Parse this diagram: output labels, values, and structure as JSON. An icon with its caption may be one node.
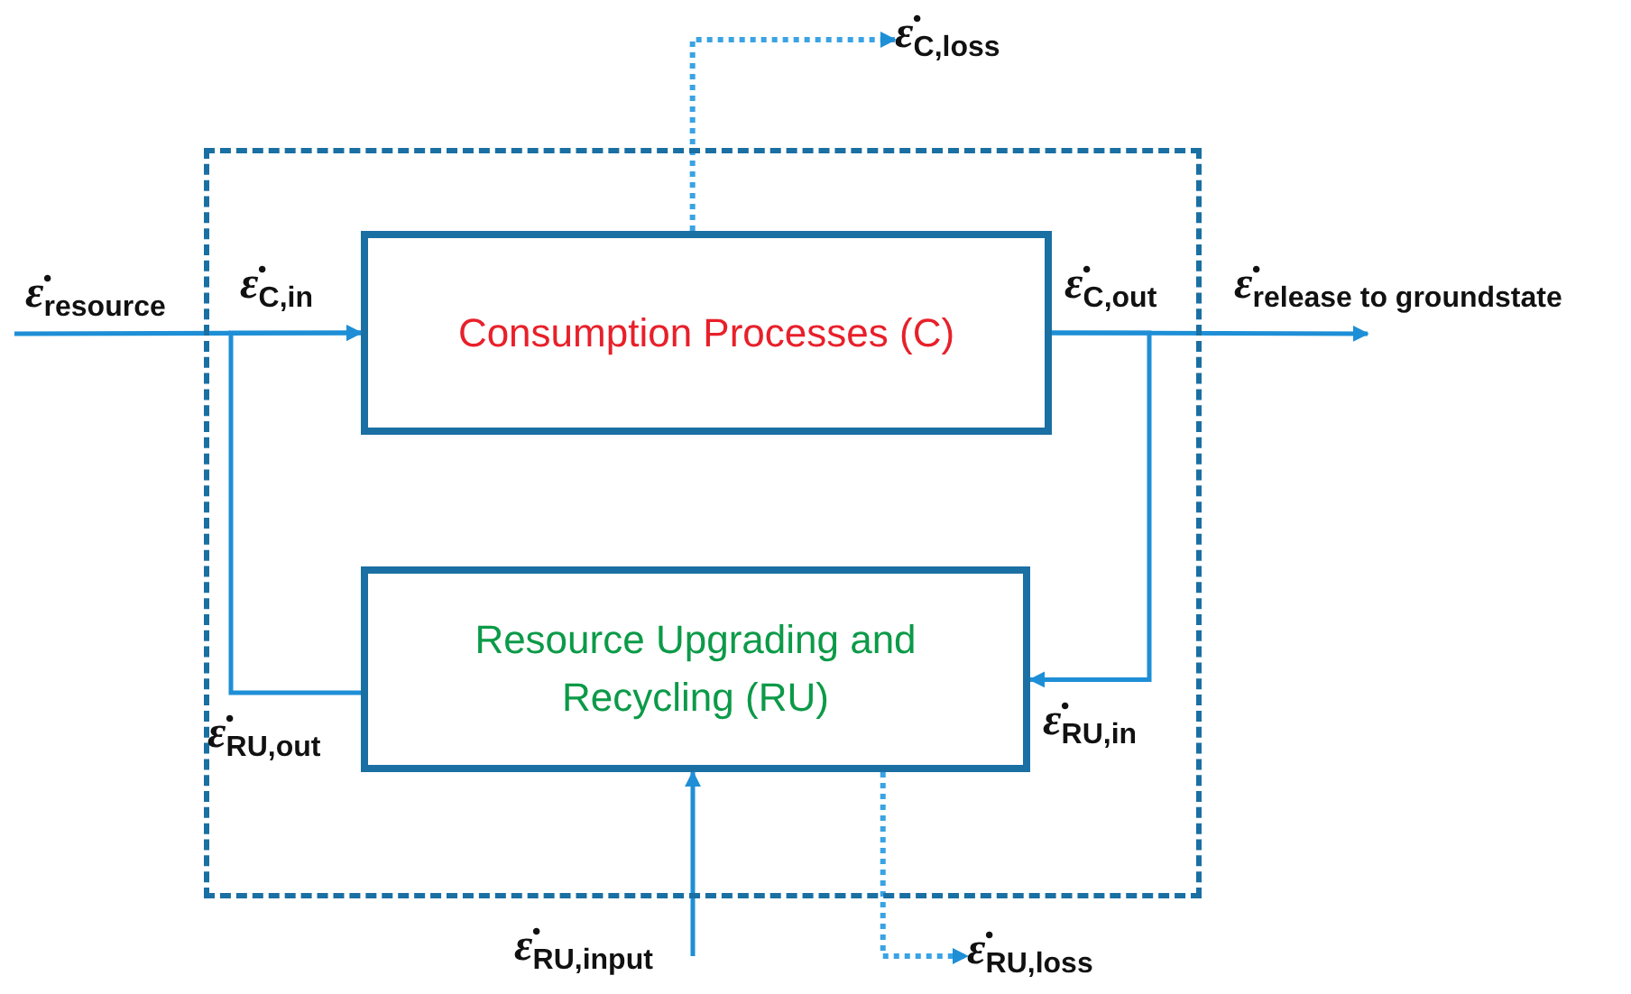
{
  "diagram": {
    "nodes": [
      {
        "text": [],
        "shape": "box"
      },
      {
        "text": [
          "Consumption Processes (C)"
        ],
        "in": 0
      },
      {
        "text": [
          "Resource Upgrading and Recycling (RU)"
        ],
        "in": 0
      },
      {
        "text": [
          "ε̇$_{C,loss}$"
        ]
      },
      {
        "text": [
          "ε̇$_{RU,loss}$"
        ]
      }
    ],
    "edges": [
      {
        "from": null,
        "to": 1,
        "arrow": "to",
        "label": "ε̇$_{resource}$"
      },
      {
        "from": 2,
        "to": 1,
        "arrow": "to",
        "label": "ε̇$_{RU,out}$"
      },
      {
        "from": 1,
        "to": null,
        "arrow": "to",
        "label": "ε̇$_{release to groundstate}$"
      },
      {
        "from": 1,
        "to": 2,
        "arrow": "to",
        "label": "ε̇$_{RU,in}$"
      },
      {
        "from": null,
        "to": 2,
        "arrow": "to",
        "label": "ε̇$_{RU,input}$"
      },
      {
        "from": 1,
        "to": 3,
        "arrow": "to",
        "style": "dashed"
      },
      {
        "from": 2,
        "to": 4,
        "arrow": "to",
        "style": "dashed"
      }
    ],
    "labels": [
      "ε̇$_{C,in}$",
      "ε̇$_{C,out}$"
    ]
  }
}
